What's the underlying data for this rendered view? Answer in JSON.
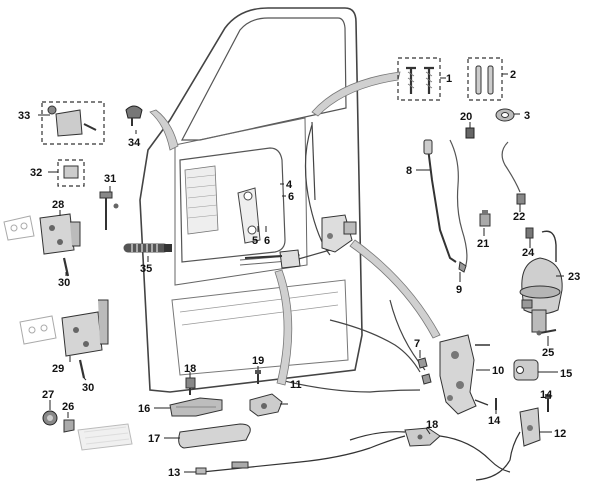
{
  "callouts": {
    "c1": "1",
    "c2": "2",
    "c3": "3",
    "c5": "5",
    "c4": "4",
    "c6a": "6",
    "c6b": "6",
    "c7": "7",
    "c8": "8",
    "c9": "9",
    "c10": "10",
    "c11": "11",
    "c12": "12",
    "c13": "13",
    "c14a": "14",
    "c14b": "14",
    "c15": "15",
    "c16": "16",
    "c17": "17",
    "c18a": "18",
    "c18b": "18",
    "c19": "19",
    "c20": "20",
    "c21": "21",
    "c22": "22",
    "c23": "23",
    "c24": "24",
    "c25": "25",
    "c26": "26",
    "c27": "27",
    "c28": "28",
    "c29": "29",
    "c30a": "30",
    "c30b": "30",
    "c31": "31",
    "c32": "32",
    "c33": "33",
    "c34": "34",
    "c35": "35"
  },
  "colors": {
    "line": "#333333",
    "part_fill": "#d9d9d9",
    "part_dark": "#8a8a8a",
    "background": "#ffffff"
  }
}
